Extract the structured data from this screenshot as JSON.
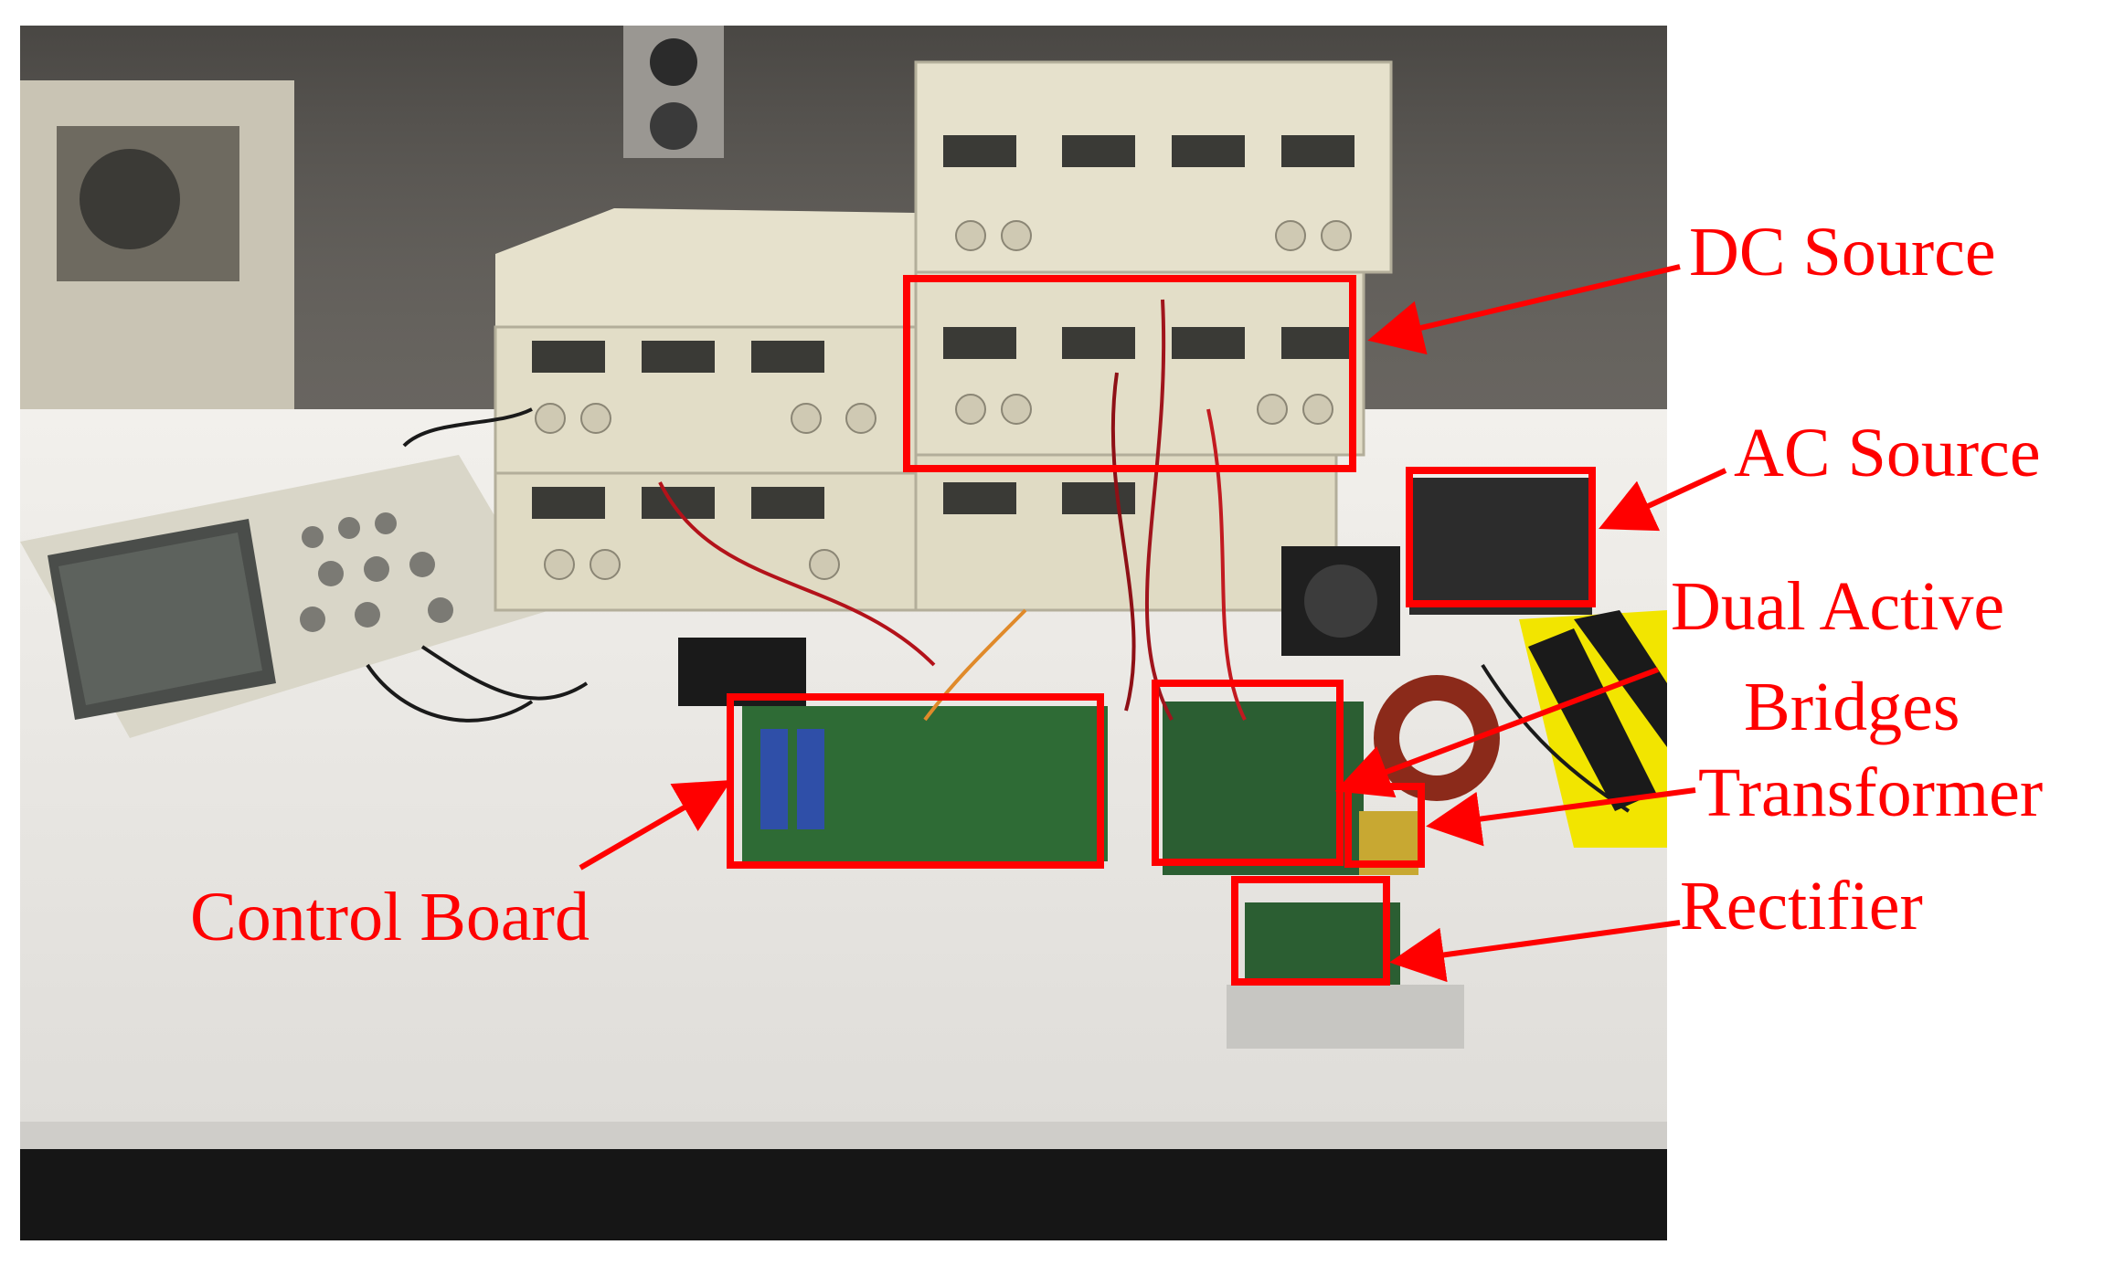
{
  "labels": {
    "dc_source": "DC Source",
    "ac_source": "AC Source",
    "dab_line1": "Dual Active",
    "dab_line2": "Bridges",
    "transformer": "Transformer",
    "control_board": "Control Board",
    "rectifier": "Rectifier"
  },
  "colors": {
    "annotation": "#ff0000",
    "instrument_case": "#e6e1cc",
    "bench_top": "#ecebea",
    "wall": "#5a5753",
    "pcb_green": "#2e6b35"
  }
}
